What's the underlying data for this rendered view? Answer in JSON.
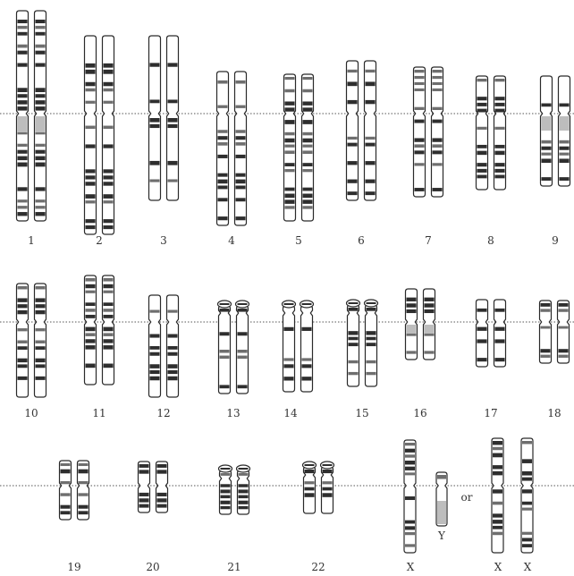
{
  "labels": {
    "c1": "1",
    "c2": "2",
    "c3": "3",
    "c4": "4",
    "c5": "5",
    "c6": "6",
    "c7": "7",
    "c8": "8",
    "c9": "9",
    "c10": "10",
    "c11": "11",
    "c12": "12",
    "c13": "13",
    "c14": "14",
    "c15": "15",
    "c16": "16",
    "c17": "17",
    "c18": "18",
    "c19": "19",
    "c20": "20",
    "c21": "21",
    "c22": "22",
    "xMale": "X",
    "y": "Y",
    "or": "or",
    "xFemale1": "X",
    "xFemale2": "X"
  }
}
